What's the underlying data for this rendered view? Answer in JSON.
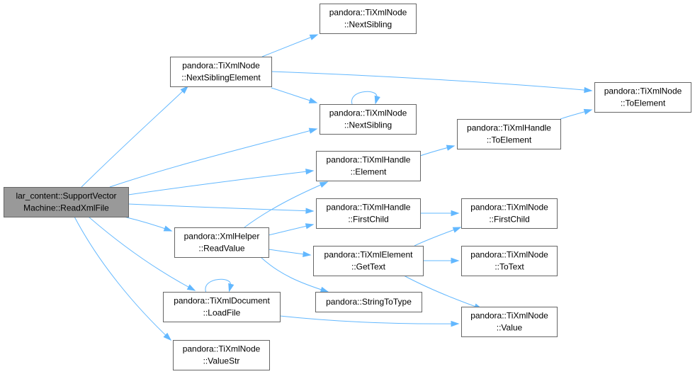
{
  "diagram": {
    "nodes": [
      {
        "id": "n0",
        "name": "node-supportvectormachine-readxmlfile",
        "lines": [
          "lar_content::SupportVector",
          "Machine::ReadXmlFile"
        ],
        "root": true
      },
      {
        "id": "n1",
        "name": "node-tixmlnode-nextsiblingelement",
        "lines": [
          "pandora::TiXmlNode",
          "::NextSiblingElement"
        ]
      },
      {
        "id": "n2",
        "name": "node-tixmlnode-nextsibling-top",
        "lines": [
          "pandora::TiXmlNode",
          "::NextSibling"
        ]
      },
      {
        "id": "n3",
        "name": "node-tixmlnode-toelement",
        "lines": [
          "pandora::TiXmlNode",
          "::ToElement"
        ]
      },
      {
        "id": "n4",
        "name": "node-tixmlnode-nextsibling",
        "lines": [
          "pandora::TiXmlNode",
          "::NextSibling"
        ]
      },
      {
        "id": "n5",
        "name": "node-tixmlhandle-toelement",
        "lines": [
          "pandora::TiXmlHandle",
          "::ToElement"
        ]
      },
      {
        "id": "n6",
        "name": "node-tixmlhandle-element",
        "lines": [
          "pandora::TiXmlHandle",
          "::Element"
        ]
      },
      {
        "id": "n7",
        "name": "node-tixmlhandle-firstchild",
        "lines": [
          "pandora::TiXmlHandle",
          "::FirstChild"
        ]
      },
      {
        "id": "n8",
        "name": "node-tixmlnode-firstchild",
        "lines": [
          "pandora::TiXmlNode",
          "::FirstChild"
        ]
      },
      {
        "id": "n9",
        "name": "node-xmlhelper-readvalue",
        "lines": [
          "pandora::XmlHelper",
          "::ReadValue"
        ]
      },
      {
        "id": "n10",
        "name": "node-tixmlelement-gettext",
        "lines": [
          "pandora::TiXmlElement",
          "::GetText"
        ]
      },
      {
        "id": "n11",
        "name": "node-tixmlnode-totext",
        "lines": [
          "pandora::TiXmlNode",
          "::ToText"
        ]
      },
      {
        "id": "n12",
        "name": "node-stringtotype",
        "lines": [
          "pandora::StringToType"
        ]
      },
      {
        "id": "n13",
        "name": "node-tixmldocument-loadfile",
        "lines": [
          "pandora::TiXmlDocument",
          "::LoadFile"
        ]
      },
      {
        "id": "n14",
        "name": "node-tixmlnode-value",
        "lines": [
          "pandora::TiXmlNode",
          "::Value"
        ]
      },
      {
        "id": "n15",
        "name": "node-tixmlnode-valuestr",
        "lines": [
          "pandora::TiXmlNode",
          "::ValueStr"
        ]
      }
    ],
    "edges": [
      {
        "from": "n0",
        "to": "n1"
      },
      {
        "from": "n0",
        "to": "n4"
      },
      {
        "from": "n0",
        "to": "n6"
      },
      {
        "from": "n0",
        "to": "n7"
      },
      {
        "from": "n0",
        "to": "n9"
      },
      {
        "from": "n0",
        "to": "n13"
      },
      {
        "from": "n0",
        "to": "n15"
      },
      {
        "from": "n1",
        "to": "n2"
      },
      {
        "from": "n1",
        "to": "n3"
      },
      {
        "from": "n1",
        "to": "n4"
      },
      {
        "from": "n4",
        "to": "n4"
      },
      {
        "from": "n6",
        "to": "n5"
      },
      {
        "from": "n5",
        "to": "n3"
      },
      {
        "from": "n7",
        "to": "n8"
      },
      {
        "from": "n9",
        "to": "n6"
      },
      {
        "from": "n9",
        "to": "n7"
      },
      {
        "from": "n9",
        "to": "n10"
      },
      {
        "from": "n9",
        "to": "n12"
      },
      {
        "from": "n10",
        "to": "n8"
      },
      {
        "from": "n10",
        "to": "n11"
      },
      {
        "from": "n10",
        "to": "n14"
      },
      {
        "from": "n13",
        "to": "n13"
      },
      {
        "from": "n13",
        "to": "n14"
      }
    ],
    "colors": {
      "edge": "#63b8ff",
      "node_border": "#666666",
      "root_fill": "#999999",
      "node_fill": "#ffffff"
    }
  }
}
